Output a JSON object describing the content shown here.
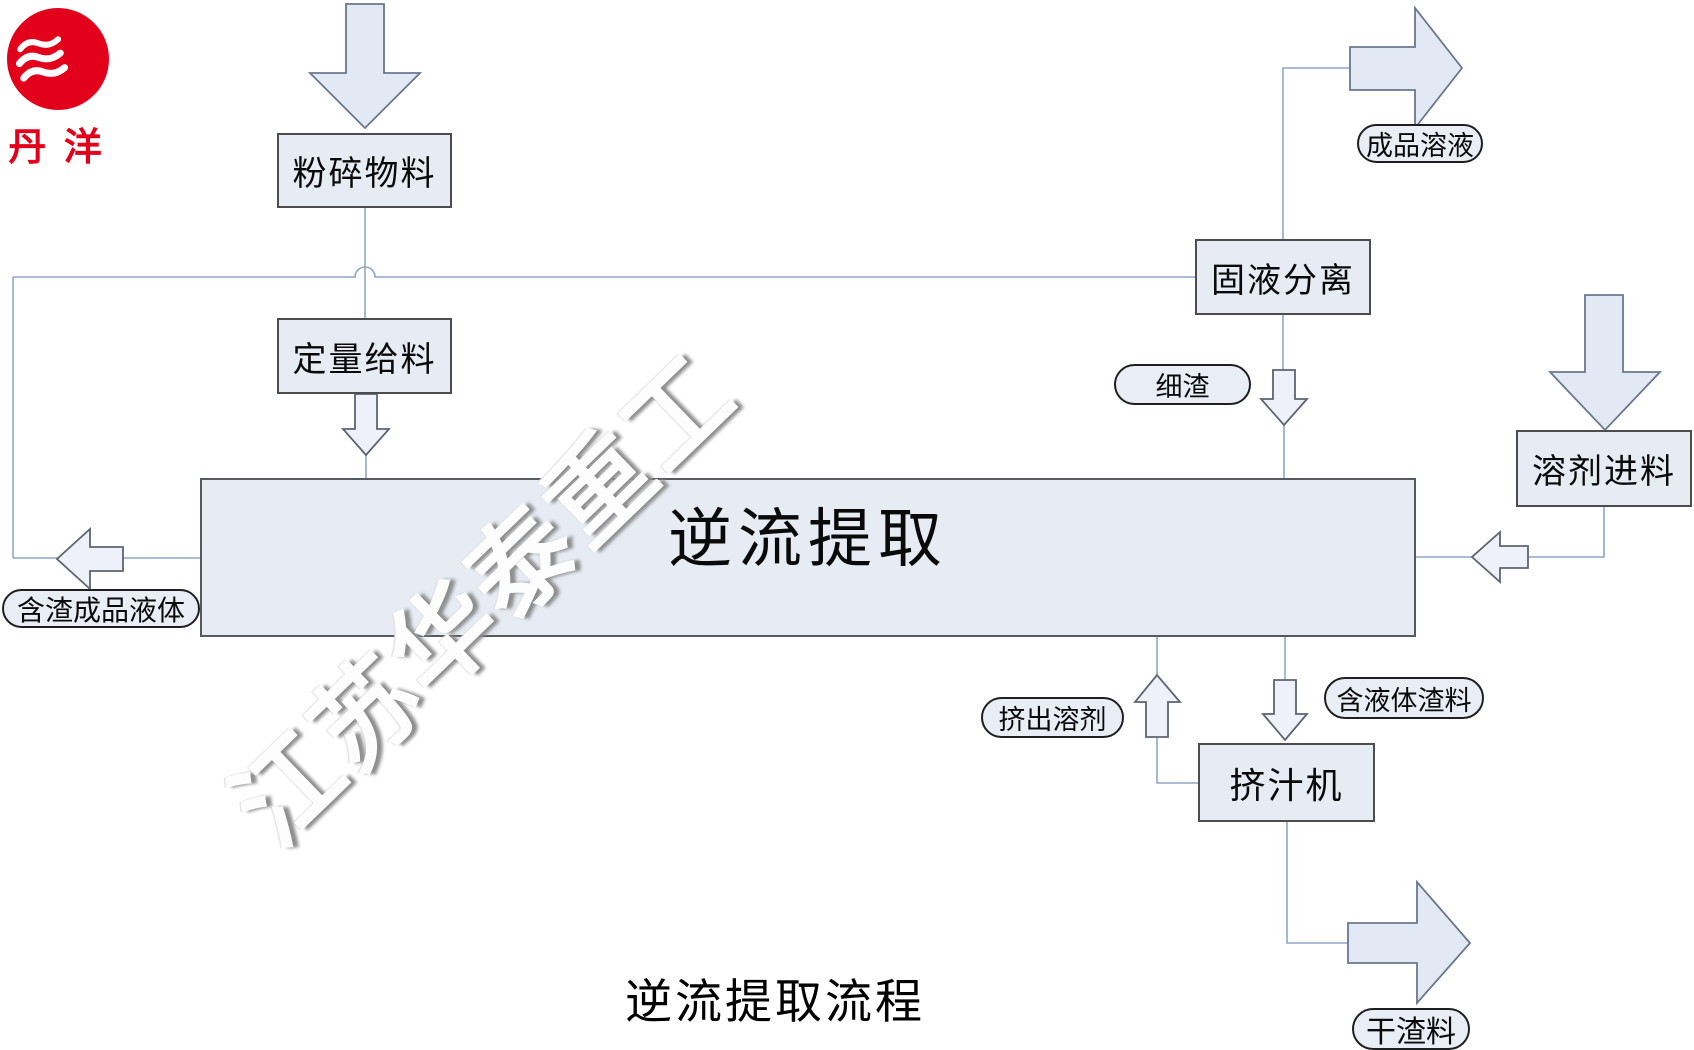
{
  "brand": {
    "name": "丹 洋",
    "logo_icon": "three-waves",
    "brand_red": "#e3001b"
  },
  "diagram_title": "逆流提取流程",
  "watermark": "江苏华泰重工",
  "process_nodes": {
    "crush_material": "粉碎物料",
    "quantitative_feeding": "定量给料",
    "countercurrent_extraction": "逆流提取",
    "solid_liquid_separation": "固液分离",
    "solvent_feed": "溶剂进料",
    "juice_press": "挤汁机"
  },
  "stream_labels": {
    "finished_solution": "成品溶液",
    "fine_residue": "细渣",
    "slag_product_liquid": "含渣成品液体",
    "squeezed_solvent": "挤出溶剂",
    "liquid_containing_residue": "含液体渣料",
    "dry_residue": "干渣料"
  },
  "colors": {
    "shape_fill": "#e6ebf4",
    "shape_border": "#4d4d4d",
    "connector_line": "#90a6c6",
    "oval_border": "#1f1f1f",
    "brand_red": "#e3001b"
  }
}
